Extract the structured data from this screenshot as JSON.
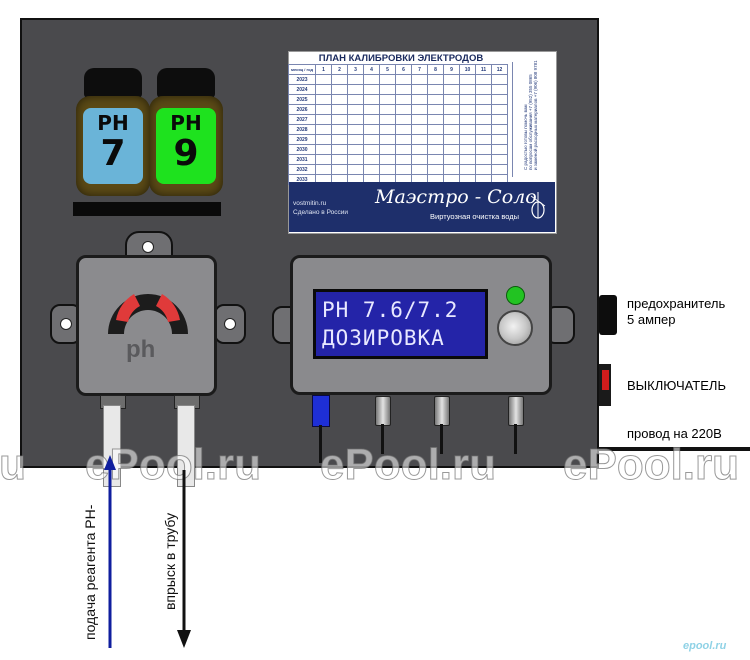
{
  "bottles": [
    {
      "line1": "PH",
      "line2": "7",
      "label_color": "#6ab4d8"
    },
    {
      "line1": "PH",
      "line2": "9",
      "label_color": "#1ee21e"
    }
  ],
  "calibration_card": {
    "title": "ПЛАН КАЛИБРОВКИ ЭЛЕКТРОДОВ",
    "corner_header_top": "месяц",
    "corner_header_bottom": "год",
    "months": [
      "1",
      "2",
      "3",
      "4",
      "5",
      "6",
      "7",
      "8",
      "9",
      "10",
      "11",
      "12"
    ],
    "years": [
      "2023",
      "2024",
      "2025",
      "2026",
      "2027",
      "2028",
      "2029",
      "2030",
      "2031",
      "2032",
      "2033"
    ],
    "side_text_lines": [
      "С радостью готовы помочь вам",
      "по вопросам обслуживания +7 (952) 355 0865",
      "и заменой расходных материалов +7 (906) 808 9781"
    ],
    "website": "vostmitin.ru",
    "made_in": "Сделано в России",
    "brand": "Маэстро - Соло",
    "slogan": "Виртуозная очистка воды"
  },
  "pump": {
    "label": "ph"
  },
  "controller": {
    "lcd_line1": "PH 7.6/7.2",
    "lcd_line2": "ДОЗИРОВКА",
    "led_color": "#22c322"
  },
  "labels": {
    "fuse": "предохранитель\n5 ампер",
    "fuse_line1": "предохранитель",
    "fuse_line2": "5 ампер",
    "switch": "ВЫКЛЮЧАТЕЛЬ",
    "power_cable": "провод  на 220В",
    "reagent_feed": "подача реагента PH-",
    "injection": "впрыск в трубу"
  },
  "watermark": {
    "text": "ePool.ru",
    "corner": "epool.ru"
  },
  "colors": {
    "feed_arrow": "#0f1e9e",
    "inject_arrow": "#111111"
  }
}
